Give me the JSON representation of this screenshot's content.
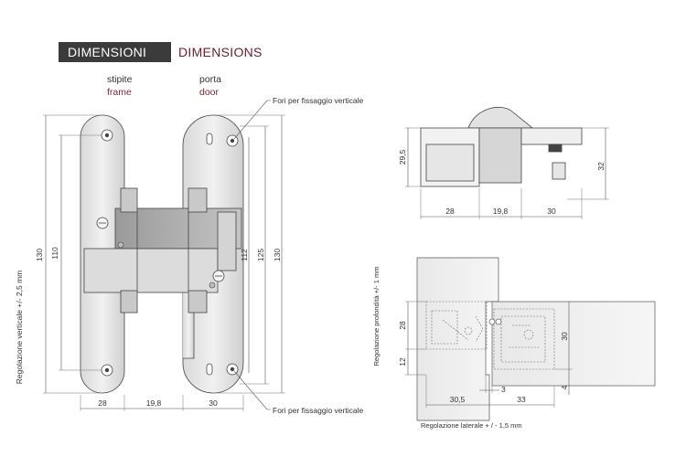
{
  "header": {
    "title_it": "DIMENSIONI",
    "title_en": "DIMENSIONS"
  },
  "labels": {
    "frame_it": "stipite",
    "frame_en": "frame",
    "door_it": "porta",
    "door_en": "door",
    "hole_note_top": "Fori per fissaggio verticale",
    "hole_note_bottom": "Fori per fissaggio verticale",
    "vertical_adjust": "Regolazione verticale +/- 2,5 mm",
    "depth_adjust": "Regolazione profondità +/- 1 mm",
    "lateral_adjust": "Regolazione laterale + / - 1,5 mm"
  },
  "front_view": {
    "dim_130_left": "130",
    "dim_110": "110",
    "dim_112": "112",
    "dim_125": "125",
    "dim_130_right": "130",
    "dim_28": "28",
    "dim_19_8": "19,8",
    "dim_30": "30"
  },
  "top_view": {
    "dim_29_5": "29,5",
    "dim_32": "32",
    "dim_28": "28",
    "dim_19_8": "19,8",
    "dim_30": "30"
  },
  "section_view": {
    "dim_28": "28",
    "dim_12": "12",
    "dim_30": "30",
    "dim_4": "4",
    "dim_3": "3",
    "dim_30_5": "30,5",
    "dim_33": "33"
  },
  "colors": {
    "header_bg": "#3b3b3b",
    "accent": "#6b1f2a"
  }
}
